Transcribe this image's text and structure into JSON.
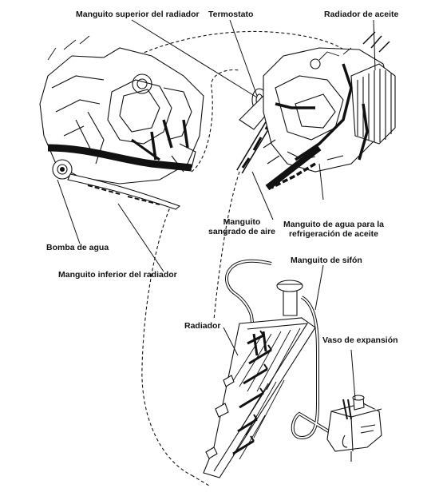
{
  "labels": {
    "upper_hose": "Manguito superior del radiador",
    "thermostat": "Termostato",
    "oil_cooler": "Radiador de aceite",
    "bleed_hose_line1": "Manguito",
    "bleed_hose_line2": "sangrado de aire",
    "oil_cooling_hose_line1": "Manguito de agua para la",
    "oil_cooling_hose_line2": "refrigeración de aceite",
    "water_pump": "Bomba de agua",
    "lower_hose": "Manguito inferior del radiador",
    "siphon_hose": "Manguito de sifón",
    "radiator": "Radiador",
    "expansion_tank": "Vaso de expansión"
  },
  "colors": {
    "ink": "#111111",
    "background": "#ffffff"
  }
}
